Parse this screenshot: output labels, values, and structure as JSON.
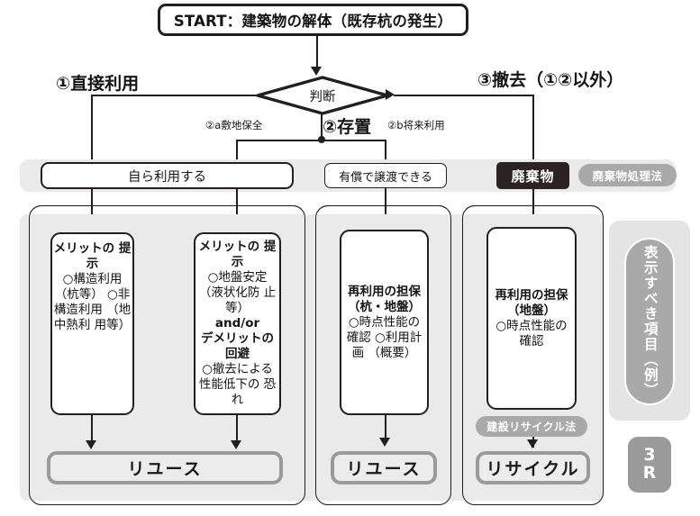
{
  "diagram": {
    "title_box": "START：建築物の解体（既存杭の発生）",
    "decision": "判断",
    "branches": {
      "b1_label": "①直接利用",
      "b2_label": "②存置",
      "b3_label": "③撤去（①②以外）",
      "b2a_label": "②a敷地保全",
      "b2b_label": "②b将来利用"
    },
    "row2": {
      "self_use": "自ら利用する",
      "paid_transfer": "有償で譲渡できる",
      "waste": "廃棄物",
      "waste_law": "廃棄物処理法"
    },
    "cards": [
      {
        "id": "card-merit-direct",
        "head": "メリットの\n提示",
        "body": "○構造利用\n（杭等）\n○非構造利用\n（地中熱利\n用等）"
      },
      {
        "id": "card-merit-demerit",
        "head": "メリットの\n提示",
        "body": "○地盤安定\n（液状化防\n止等）",
        "mid_plain": "and/or",
        "head2": "デメリットの\n回避",
        "body2": "○撤去による\n性能低下の\n恐れ"
      },
      {
        "id": "card-reuse-pile-ground",
        "head": "再利用の担保\n（杭・地盤）",
        "body": "○時点性能の\n確認\n○利用計画\n（概要）"
      },
      {
        "id": "card-reuse-ground",
        "head": "再利用の担保\n（地盤）",
        "body": "○時点性能の\n確認"
      }
    ],
    "recycle_law_pill": "建設リサイクル法",
    "results": {
      "reuse_left": "リユース",
      "reuse_mid": "リユース",
      "recycle_right": "リサイクル"
    },
    "side": {
      "vertical_label": "表示すべき項目（例）",
      "badge_line1": "3",
      "badge_line2": "R"
    },
    "colors": {
      "ink": "#231f20",
      "band": "#eaeaea",
      "panel": "#e4e4e4",
      "pill_gray": "#a9a9a9",
      "black_pill": "#2b2422",
      "result_fill": "#ececec",
      "result_border": "#9a9a9a"
    }
  }
}
